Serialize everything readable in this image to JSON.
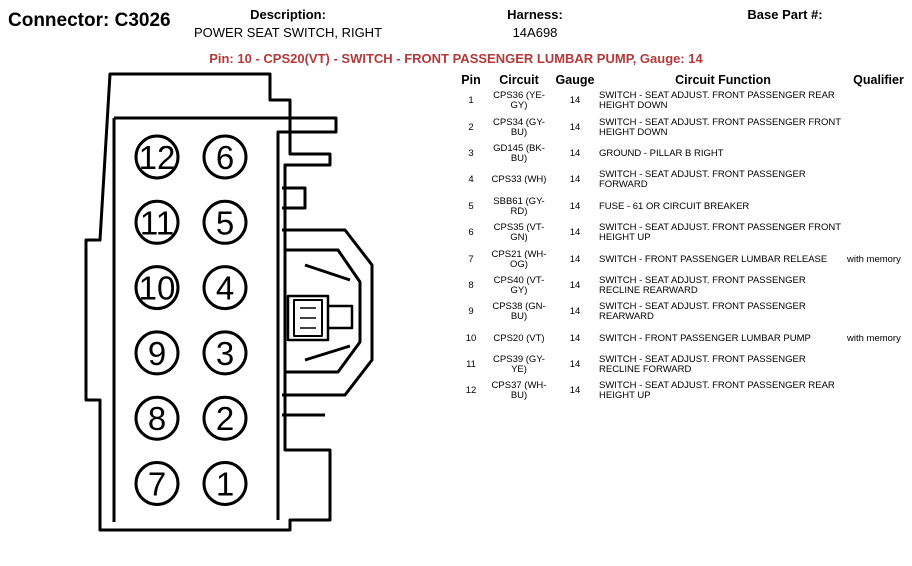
{
  "connector": {
    "label": "Connector:",
    "id": "C3026"
  },
  "description": {
    "label": "Description:",
    "value": "POWER SEAT SWITCH, RIGHT"
  },
  "harness": {
    "label": "Harness:",
    "value": "14A698"
  },
  "base_part": {
    "label": "Base Part #:",
    "value": ""
  },
  "selected_pin_title": "Pin: 10 - CPS20(VT) - SWITCH - FRONT PASSENGER LUMBAR PUMP, Gauge: 14",
  "colors": {
    "accent_red": "#b23a3a",
    "line": "#000000",
    "background": "#ffffff"
  },
  "columns": [
    "Pin",
    "Circuit",
    "Gauge",
    "Circuit Function",
    "Qualifier"
  ],
  "pins": [
    {
      "pin": "1",
      "circuit": "CPS36 (YE-GY)",
      "gauge": "14",
      "function": "SWITCH - SEAT ADJUST. FRONT PASSENGER REAR HEIGHT DOWN",
      "qualifier": ""
    },
    {
      "pin": "2",
      "circuit": "CPS34 (GY-BU)",
      "gauge": "14",
      "function": "SWITCH - SEAT ADJUST. FRONT PASSENGER FRONT HEIGHT DOWN",
      "qualifier": ""
    },
    {
      "pin": "3",
      "circuit": "GD145 (BK-BU)",
      "gauge": "14",
      "function": "GROUND - PILLAR B RIGHT",
      "qualifier": ""
    },
    {
      "pin": "4",
      "circuit": "CPS33 (WH)",
      "gauge": "14",
      "function": "SWITCH - SEAT ADJUST. FRONT PASSENGER FORWARD",
      "qualifier": ""
    },
    {
      "pin": "5",
      "circuit": "SBB61 (GY-RD)",
      "gauge": "14",
      "function": "FUSE - 61 OR CIRCUIT BREAKER",
      "qualifier": ""
    },
    {
      "pin": "6",
      "circuit": "CPS35 (VT-GN)",
      "gauge": "14",
      "function": "SWITCH - SEAT ADJUST. FRONT PASSENGER FRONT HEIGHT UP",
      "qualifier": ""
    },
    {
      "pin": "7",
      "circuit": "CPS21 (WH-OG)",
      "gauge": "14",
      "function": "SWITCH - FRONT PASSENGER LUMBAR RELEASE",
      "qualifier": "with memory"
    },
    {
      "pin": "8",
      "circuit": "CPS40 (VT-GY)",
      "gauge": "14",
      "function": "SWITCH - SEAT ADJUST. FRONT PASSENGER RECLINE REARWARD",
      "qualifier": ""
    },
    {
      "pin": "9",
      "circuit": "CPS38 (GN-BU)",
      "gauge": "14",
      "function": "SWITCH - SEAT ADJUST. FRONT PASSENGER REARWARD",
      "qualifier": ""
    },
    {
      "pin": "10",
      "circuit": "CPS20 (VT)",
      "gauge": "14",
      "function": "SWITCH - FRONT PASSENGER LUMBAR PUMP",
      "qualifier": "with memory"
    },
    {
      "pin": "11",
      "circuit": "CPS39 (GY-YE)",
      "gauge": "14",
      "function": "SWITCH - SEAT ADJUST. FRONT PASSENGER RECLINE FORWARD",
      "qualifier": ""
    },
    {
      "pin": "12",
      "circuit": "CPS37 (WH-BU)",
      "gauge": "14",
      "function": "SWITCH - SEAT ADJUST. FRONT PASSENGER REAR HEIGHT UP",
      "qualifier": ""
    }
  ],
  "connector_face": {
    "left_column": [
      "12",
      "11",
      "10",
      "9",
      "8",
      "7"
    ],
    "right_column": [
      "6",
      "5",
      "4",
      "3",
      "2",
      "1"
    ]
  }
}
